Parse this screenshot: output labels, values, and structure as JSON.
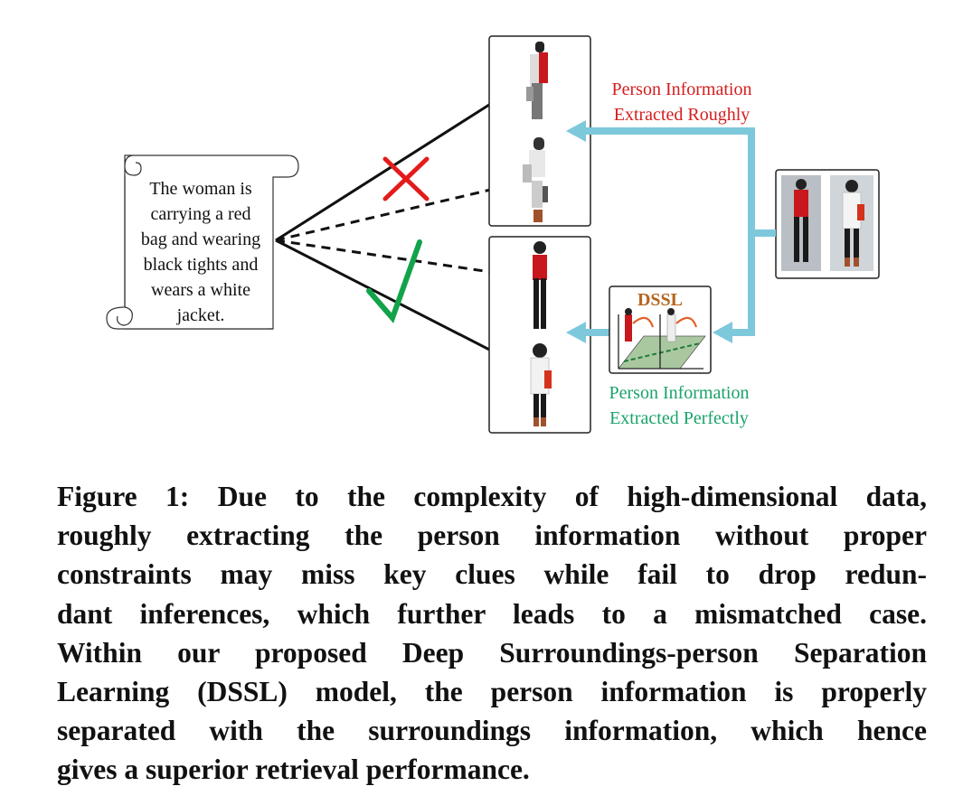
{
  "figure": {
    "query_text_lines": [
      "The woman is",
      "carrying a red",
      "bag and wearing",
      "black tights and",
      "wears a white",
      "jacket."
    ],
    "rough_label_lines": [
      "Person Information",
      "Extracted Roughly"
    ],
    "perfect_label_lines": [
      "Person Information",
      "Extracted Perfectly"
    ],
    "dssl_label": "DSSL",
    "colors": {
      "rough_label": "#d41e1e",
      "perfect_label": "#1aa36a",
      "dssl_label": "#b5651d",
      "arrow": "#7ec8dc",
      "cross": "#e31b1b",
      "check": "#12a34a"
    }
  },
  "caption": {
    "lines": [
      "Figure 1: Due to the complexity of high-dimensional data,",
      "roughly extracting the person information without proper",
      "constraints may miss key clues while fail to drop redun-",
      "dant inferences, which further leads to a mismatched case.",
      "Within our proposed Deep Surroundings-person Separation",
      "Learning (DSSL) model, the person information is properly",
      "separated with the surroundings information, which hence",
      "gives a superior retrieval performance."
    ]
  }
}
